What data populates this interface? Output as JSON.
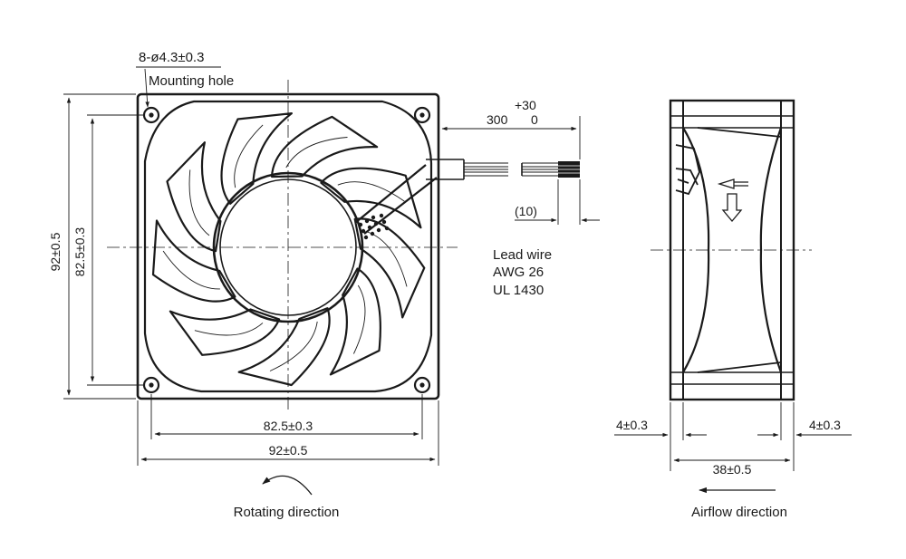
{
  "front_view": {
    "mounting_hole_spec": "8-ø4.3±0.3",
    "mounting_hole_label": "Mounting hole",
    "height_outer": "92±0.5",
    "height_inner": "82.5±0.3",
    "width_inner": "82.5±0.3",
    "width_outer": "92±0.5",
    "rotation_label": "Rotating direction"
  },
  "lead_wire": {
    "tol_plus": "+30",
    "length": "300",
    "tol_minus": "0",
    "strip_length": "(10)",
    "label_lines": [
      "Lead wire",
      "AWG 26",
      "UL 1430"
    ]
  },
  "side_view": {
    "left_flange": "4±0.3",
    "right_flange": "4±0.3",
    "depth": "38±0.5",
    "airflow_label": "Airflow direction"
  }
}
